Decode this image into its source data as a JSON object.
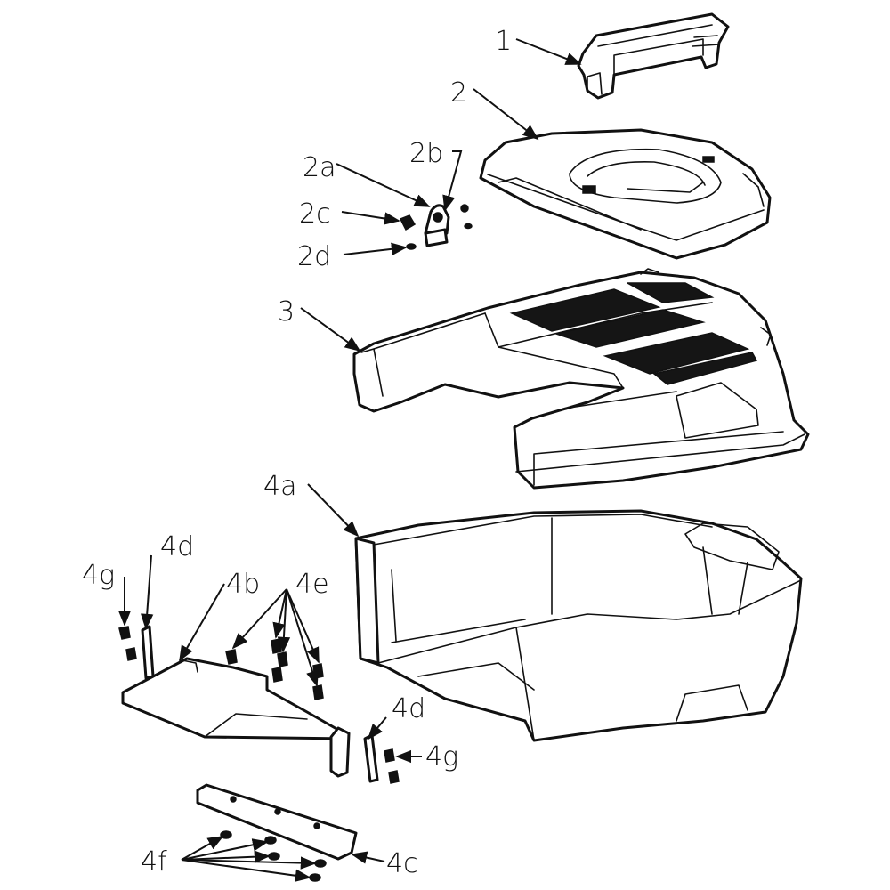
{
  "colors": {
    "ink": "#111111",
    "background": "#ffffff"
  },
  "callouts": {
    "c1": "1",
    "c2": "2",
    "c2a": "2a",
    "c2b": "2b",
    "c2c": "2c",
    "c2d": "2d",
    "c3": "3",
    "c4a": "4a",
    "c4b": "4b",
    "c4c": "4c",
    "c4d_top": "4d",
    "c4d_bottom": "4d",
    "c4e": "4e",
    "c4f": "4f",
    "c4g_left": "4g",
    "c4g_right": "4g"
  }
}
